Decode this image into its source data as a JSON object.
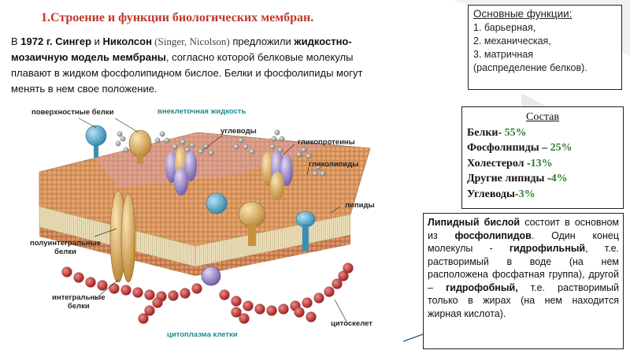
{
  "title": "1.Строение и функции биологических мембран.",
  "intro": {
    "p1": "В ",
    "year": "1972 г.",
    "p2": " ",
    "authors": "Сингер",
    "and": " и ",
    "author2": "Николсон",
    "latin": " (Singer, Nicolson)",
    "p3": " предложили ",
    "model": "жидкостно-мозаичную модель мембраны",
    "p4": ", согласно которой белковые молекулы плавают в жидком фосфолипидном бислое. Белки и фосфолипиды могут менять в нем свое положение."
  },
  "functions": {
    "heading": "Основные функции:",
    "items": [
      "1. барьерная,",
      "2. механическая,",
      "3. матричная",
      "(распределение белков)."
    ]
  },
  "composition": {
    "heading": "Состав",
    "rows": [
      {
        "name": "Белки- ",
        "value": "55%"
      },
      {
        "name": "Фосфолипиды – ",
        "value": "25%"
      },
      {
        "name": "Холестерол -",
        "value": "13%"
      },
      {
        "name": "Другие липиды -",
        "value": "4%"
      },
      {
        "name": "Углеводы-",
        "value": "3%"
      }
    ]
  },
  "bilayer": {
    "t1": "Липидный бислой",
    "t2": " состоит в основном из ",
    "t3": "фосфолипидов",
    "t4": ". Один конец молекулы - ",
    "t5": "гидрофильный",
    "t6": ", т.е. растворимый в воде (на нем расположена фосфатная группа), другой – ",
    "t7": "гидрофобный,",
    "t8": " т.е. растворимый только в жирах (на нем находится жирная кислота)."
  },
  "diagram": {
    "surface_proteins": "поверхностные белки",
    "extracellular": "внеклеточная жидкость",
    "carbohydrates": "углеводы",
    "glycoproteins": "гликопротеины",
    "glycolipids": "гликолипиды",
    "lipids": "липиды",
    "semi_integral_1": "полуинтегральные",
    "semi_integral_2": "белки",
    "integral_1": "интегральные",
    "integral_2": "белки",
    "cytoskeleton": "цитоскелет",
    "cytoplasm": "цитоплазма клетки"
  },
  "colors": {
    "title": "#c0392b",
    "composition_value": "#2e7d32",
    "label_teal": "#1e8b8b",
    "head_orange": "#d98a4a",
    "cytoskeleton_red": "#b02020",
    "protein_blue": "#5aaecf",
    "protein_gold": "#d9a95a",
    "protein_violet": "#9a86c4"
  }
}
